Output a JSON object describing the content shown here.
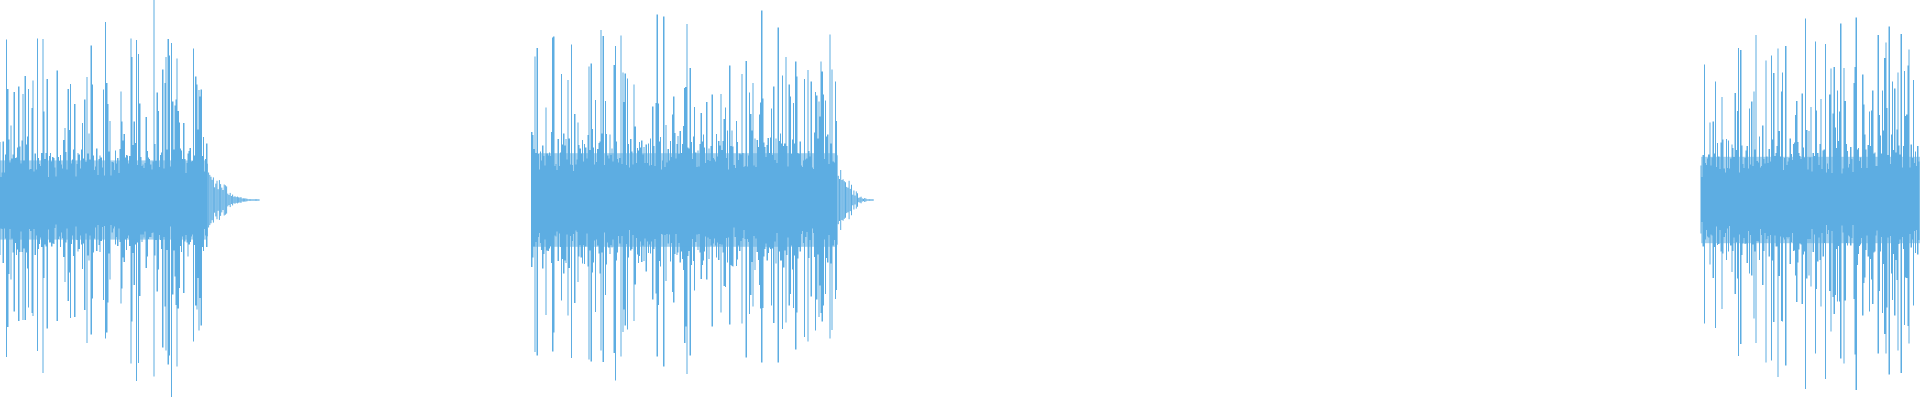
{
  "waveform": {
    "color": "#5DADE2",
    "background": "#ffffff",
    "baseline_fraction": 0.5,
    "amplitude_scale": 0.5,
    "segments": [
      {
        "start_fraction": 0.0,
        "end_fraction": 0.108,
        "tail_end_fraction": 0.135,
        "peak": 0.92,
        "body": 0.22
      },
      {
        "start_fraction": 0.277,
        "end_fraction": 0.436,
        "tail_end_fraction": 0.455,
        "peak": 0.88,
        "body": 0.26
      },
      {
        "start_fraction": 0.886,
        "end_fraction": 1.0,
        "tail_end_fraction": 1.0,
        "peak": 0.86,
        "body": 0.24
      }
    ]
  }
}
